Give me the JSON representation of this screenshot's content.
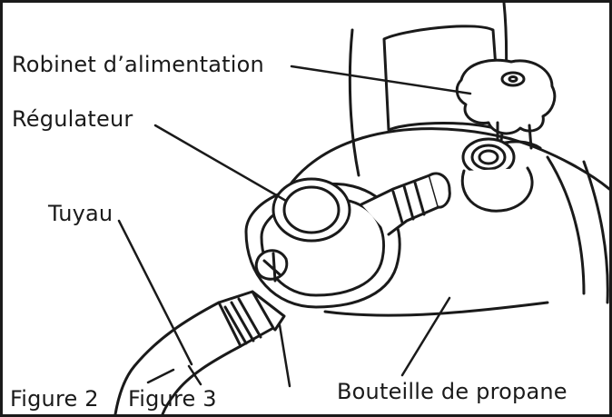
{
  "colors": {
    "ink": "#1a1a1a",
    "paper": "#ffffff"
  },
  "labels": {
    "robinet": "Robinet d’alimentation",
    "regulateur": "Régulateur",
    "tuyau": "Tuyau",
    "bouteille": "Bouteille de propane",
    "figure2": "Figure 2",
    "figure3": "Figure 3"
  }
}
